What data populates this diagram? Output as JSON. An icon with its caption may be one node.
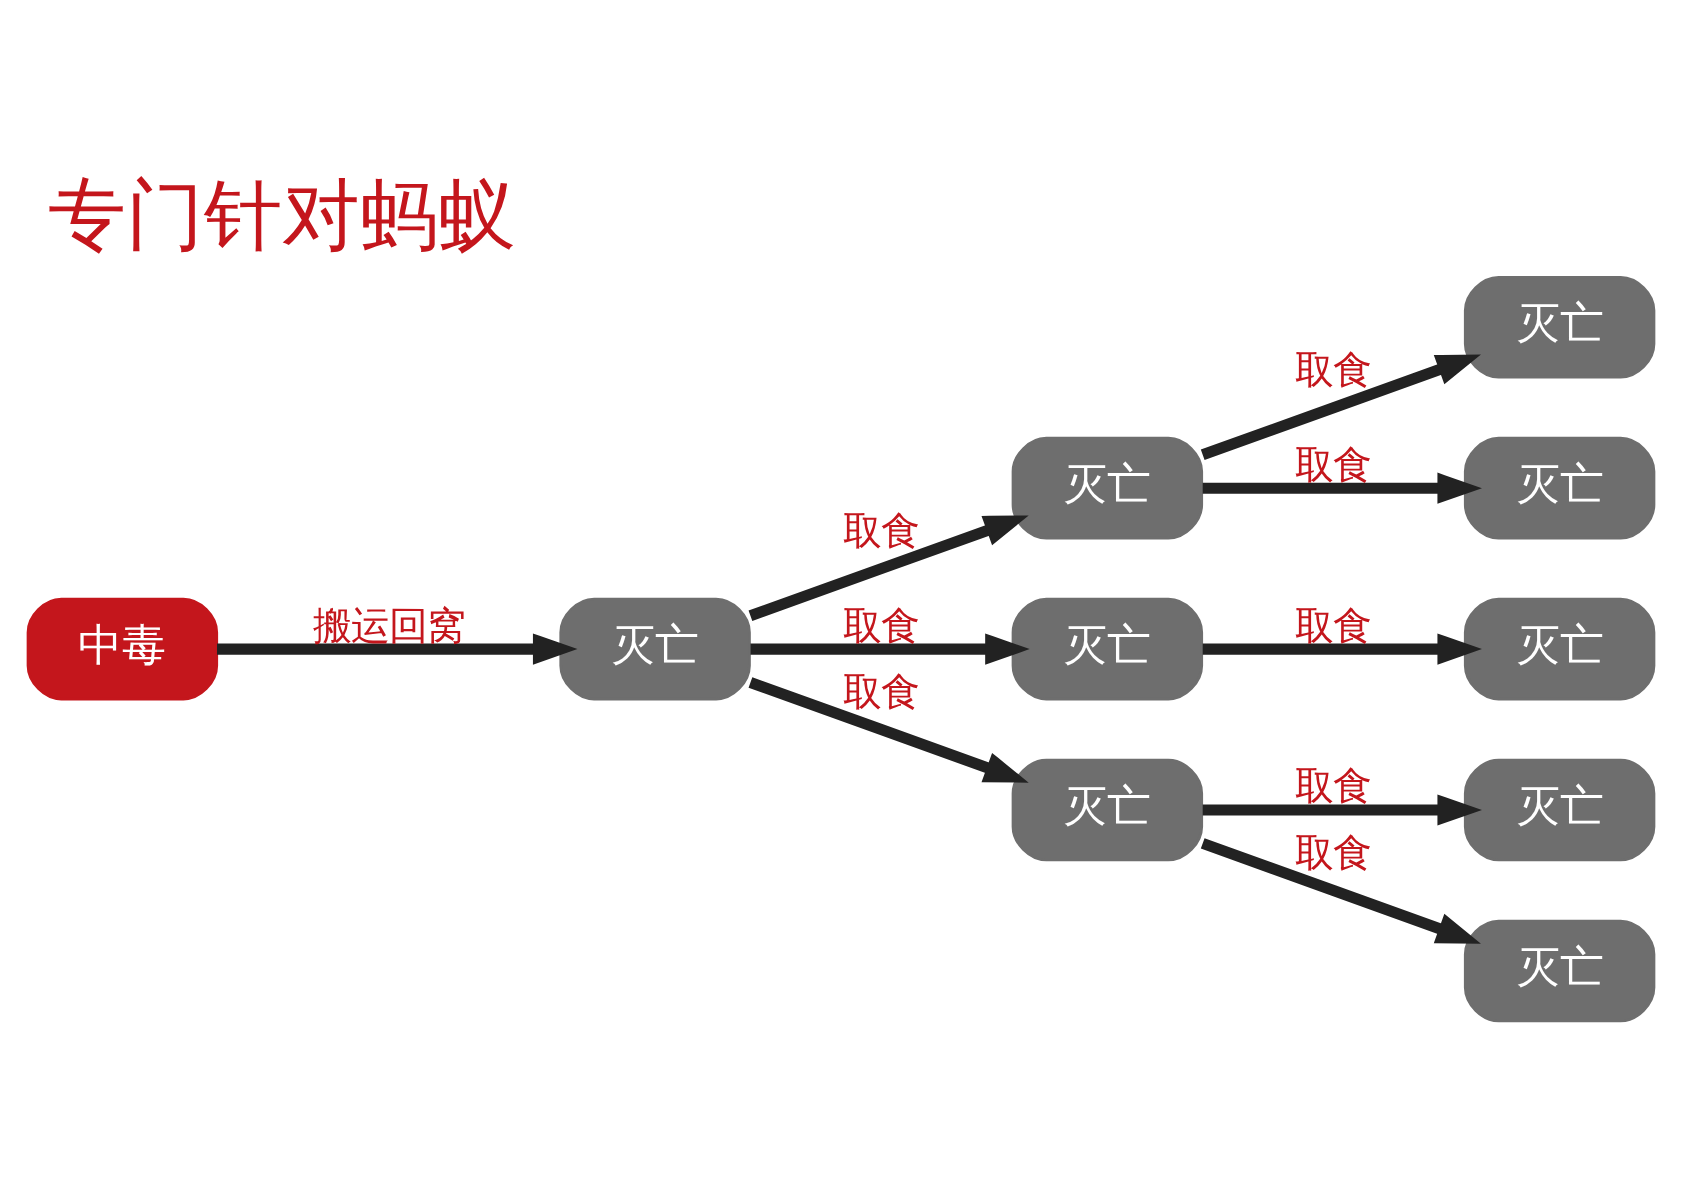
{
  "diagram": {
    "title": "专门针对蚂蚁",
    "nodes": [
      {
        "text": [
          "中毒"
        ]
      },
      {
        "text": [
          "灭亡"
        ]
      },
      {
        "text": [
          "灭亡"
        ]
      },
      {
        "text": [
          "灭亡"
        ]
      },
      {
        "text": [
          "灭亡"
        ]
      },
      {
        "text": [
          "灭亡"
        ]
      },
      {
        "text": [
          "灭亡"
        ]
      },
      {
        "text": [
          "灭亡"
        ]
      },
      {
        "text": [
          "灭亡"
        ]
      },
      {
        "text": [
          "灭亡"
        ]
      }
    ],
    "edges": [
      {
        "from": 0,
        "to": 1,
        "arrow": "to",
        "label": "搬运回窝"
      },
      {
        "from": 1,
        "to": 2,
        "arrow": "to",
        "label": "取食"
      },
      {
        "from": 1,
        "to": 3,
        "arrow": "to",
        "label": "取食"
      },
      {
        "from": 1,
        "to": 4,
        "arrow": "to",
        "label": "取食"
      },
      {
        "from": 2,
        "to": 5,
        "arrow": "to",
        "label": "取食"
      },
      {
        "from": 2,
        "to": 6,
        "arrow": "to",
        "label": "取食"
      },
      {
        "from": 3,
        "to": 7,
        "arrow": "to",
        "label": "取食"
      },
      {
        "from": 4,
        "to": 8,
        "arrow": "to",
        "label": "取食"
      },
      {
        "from": 4,
        "to": 9,
        "arrow": "to",
        "label": "取食"
      }
    ]
  }
}
